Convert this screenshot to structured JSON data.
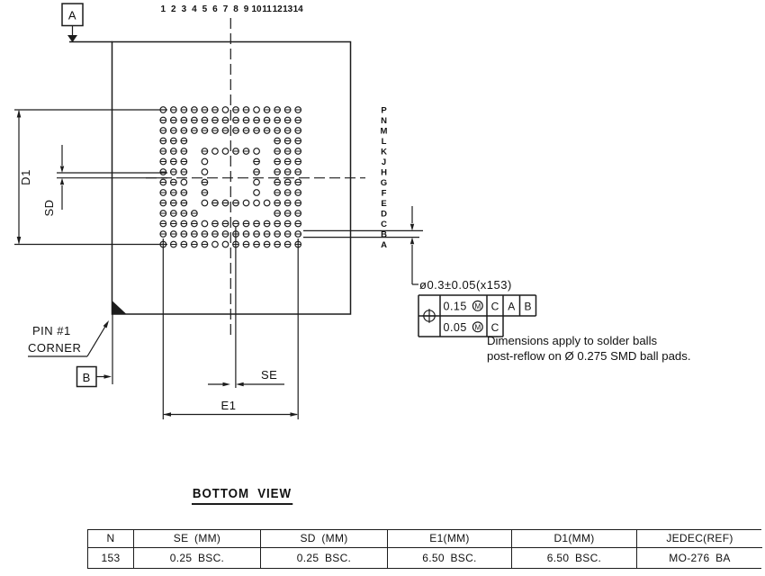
{
  "colors": {
    "line": "#1c1c1c",
    "text": "#111111"
  },
  "drawing": {
    "datum_a": "A",
    "datum_b": "B",
    "pin1_line1": "PIN #1",
    "pin1_line2": "CORNER",
    "dim_d1": "D1",
    "dim_sd": "SD",
    "dim_se": "SE",
    "dim_e1": "E1",
    "ball_callout": "ø0.3±0.05(x153)",
    "fcf": {
      "r1_tol": "0.15",
      "r1_mod": "M",
      "r1_dat1": "C",
      "r1_dat2": "A",
      "r1_dat3": "B",
      "r2_tol": "0.05",
      "r2_mod": "M",
      "r2_dat1": "C"
    },
    "note_line1": "Dimensions apply to solder balls",
    "note_line2": "post-reflow on Ø 0.275 SMD ball pads.",
    "grid": {
      "columns": [
        "1",
        "2",
        "3",
        "4",
        "5",
        "6",
        "7",
        "8",
        "9",
        "10",
        "11",
        "12",
        "13",
        "14"
      ],
      "rows": [
        "P",
        "N",
        "M",
        "L",
        "K",
        "J",
        "H",
        "G",
        "F",
        "E",
        "D",
        "C",
        "B",
        "A"
      ],
      "matrix": [
        "ttttttottotttt",
        "tttttttttttttt",
        "tttttttttttttt",
        "ttt........ttt",
        "ttt.tootto.ttt",
        "ttt.o....t.ttt",
        "ttt.o....t.ttt",
        "tto.t....o.ttt",
        "ttt.t....o.ttt",
        "ttt.otttooottt",
        "tttt.......ttt",
        "ttttottttttttt",
        "tttttttttttttt",
        "tttttoottttttt"
      ]
    }
  },
  "view_label": "BOTTOM VIEW",
  "table": {
    "headers": [
      "N",
      "SE (MM)",
      "SD (MM)",
      "E1(MM)",
      "D1(MM)",
      "JEDEC(REF)"
    ],
    "values": [
      "153",
      "0.25 BSC.",
      "0.25 BSC.",
      "6.50 BSC.",
      "6.50 BSC.",
      "MO-276 BA"
    ]
  }
}
